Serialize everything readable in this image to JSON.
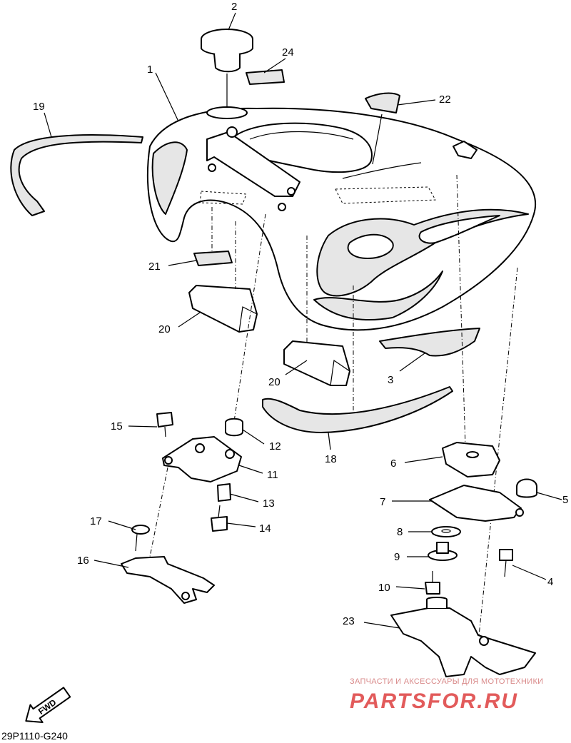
{
  "diagram": {
    "code": "29P1110-G240",
    "fwd_label": "FWD",
    "watermark_top": "ЗАПЧАСТИ И АКСЕССУАРЫ ДЛЯ МОТОТЕХНИКИ",
    "watermark_main": "PARTSFOR.RU",
    "callouts": [
      "2",
      "24",
      "1",
      "19",
      "22",
      "21",
      "20",
      "20",
      "3",
      "18",
      "15",
      "12",
      "11",
      "13",
      "14",
      "17",
      "16",
      "6",
      "7",
      "5",
      "8",
      "9",
      "4",
      "10",
      "23"
    ]
  }
}
